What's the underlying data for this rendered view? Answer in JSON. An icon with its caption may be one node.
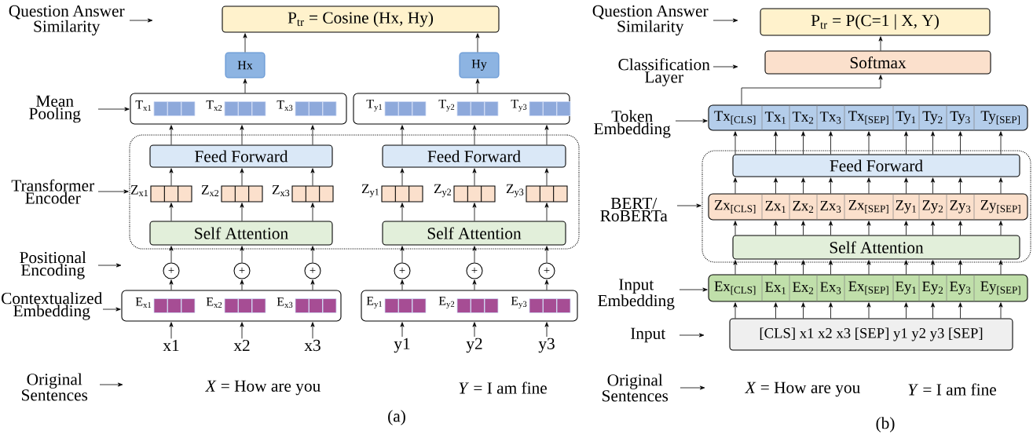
{
  "diagram": {
    "nodes": [
      {
        "text": [
          "Question Answer Similarity"
        ]
      },
      {
        "text": [
          "P$_{tr}$ = Cosine (Hx, Hy)"
        ]
      },
      {
        "text": [
          "Hx"
        ]
      },
      {
        "text": [
          "Hy"
        ]
      },
      {
        "text": [
          "Mean Pooling"
        ]
      },
      {
        "text": [
          "T$_{x1}$",
          "T$_{x2}$",
          "T$_{x3}$"
        ]
      },
      {
        "text": [
          "T$_{y1}$",
          "T$_{y2}$",
          "T$_{y3}$"
        ]
      },
      {
        "text": [
          "Transformer Encoder"
        ]
      },
      {
        "text": [],
        "shape": "box"
      },
      {
        "text": [
          "Feed Forward"
        ],
        "in": 8
      },
      {
        "text": [
          "Feed Forward"
        ],
        "in": 8
      },
      {
        "text": [
          "Z$_{x1}$"
        ],
        "in": 8
      },
      {
        "text": [
          "Z$_{x2}$"
        ],
        "in": 8
      },
      {
        "text": [
          "Z$_{x3}$"
        ],
        "in": 8
      },
      {
        "text": [
          "Z$_{y1}$"
        ],
        "in": 8
      },
      {
        "text": [
          "Z$_{y2}$"
        ],
        "in": 8
      },
      {
        "text": [
          "Z$_{y3}$"
        ],
        "in": 8
      },
      {
        "text": [
          "Self Attention"
        ],
        "in": 8
      },
      {
        "text": [
          "Self Attention"
        ],
        "in": 8
      },
      {
        "text": [
          "Positional Encoding"
        ]
      },
      {
        "text": [
          "+"
        ]
      },
      {
        "text": [
          "+"
        ]
      },
      {
        "text": [
          "+"
        ]
      },
      {
        "text": [
          "+"
        ]
      },
      {
        "text": [
          "+"
        ]
      },
      {
        "text": [
          "+"
        ]
      },
      {
        "text": [
          "Contextualized Embedding"
        ]
      },
      {
        "text": [
          "E$_{x1}$",
          "E$_{x2}$",
          "E$_{x3}$"
        ]
      },
      {
        "text": [
          "E$_{y1}$",
          "E$_{y2}$",
          "E$_{y3}$"
        ]
      },
      {
        "text": [
          "x1"
        ]
      },
      {
        "text": [
          "x2"
        ]
      },
      {
        "text": [
          "x3"
        ]
      },
      {
        "text": [
          "y1"
        ]
      },
      {
        "text": [
          "y2"
        ]
      },
      {
        "text": [
          "y3"
        ]
      },
      {
        "text": [
          "Original Sentences"
        ]
      },
      {
        "text": [
          "Question Answer Similarity"
        ]
      },
      {
        "text": [
          "P$_{tr}$ = P(C=1 | X, Y)"
        ]
      },
      {
        "text": [
          "Classification Layer"
        ]
      },
      {
        "text": [
          "Softmax"
        ]
      },
      {
        "text": [
          "Token Embedding"
        ]
      },
      {
        "text": [
          "Tx$_{[CLS]}$",
          "Tx$_{1}$",
          "Tx$_{2}$",
          "Tx$_{3}$",
          "Tx$_{[SEP]}$",
          "Ty$_{1}$",
          "Ty$_{2}$",
          "Ty$_{3}$",
          "Ty$_{[SEP]}$"
        ]
      },
      {
        "text": [
          "BERT/ RoBERTa"
        ]
      },
      {
        "text": [],
        "shape": "box"
      },
      {
        "text": [
          "Feed Forward"
        ],
        "in": 43
      },
      {
        "text": [
          "Zx$_{[CLS]}$",
          "Zx$_{1}$",
          "Zx$_{2}$",
          "Zx$_{3}$",
          "Zx$_{[SEP]}$",
          "Zy$_{1}$",
          "Zy$_{2}$",
          "Zy$_{3}$",
          "Zy$_{[SEP]}$"
        ],
        "in": 43
      },
      {
        "text": [
          "Self Attention"
        ],
        "in": 43
      },
      {
        "text": [
          "Input Embedding"
        ]
      },
      {
        "text": [
          "Ex$_{[CLS]}$",
          "Ex$_{1}$",
          "Ex$_{2}$",
          "Ex$_{3}$",
          "Ex$_{[SEP]}$",
          "Ey$_{1}$",
          "Ey$_{2}$",
          "Ey$_{3}$",
          "Ey$_{[SEP]}$"
        ]
      },
      {
        "text": [
          "Input"
        ]
      },
      {
        "text": [
          "[CLS] x1 x2 x3 [SEP] y1 y2 y3 [SEP]"
        ]
      },
      {
        "text": [
          "Original Sentences"
        ]
      }
    ],
    "edges": [
      {
        "from": 0,
        "to": null,
        "arrow": "to"
      },
      {
        "from": 2,
        "to": 1,
        "arrow": "to"
      },
      {
        "from": 3,
        "to": 1,
        "arrow": "to"
      },
      {
        "from": 4,
        "to": 5,
        "arrow": "to"
      },
      {
        "from": 5,
        "to": 2,
        "arrow": "to"
      },
      {
        "from": 6,
        "to": 3,
        "arrow": "to"
      },
      {
        "from": 9,
        "to": 5,
        "arrow": "to"
      },
      {
        "from": 9,
        "to": 5,
        "arrow": "to"
      },
      {
        "from": 9,
        "to": 5,
        "arrow": "to"
      },
      {
        "from": 10,
        "to": 6,
        "arrow": "to"
      },
      {
        "from": 10,
        "to": 6,
        "arrow": "to"
      },
      {
        "from": 10,
        "to": 6,
        "arrow": "to"
      },
      {
        "from": 7,
        "to": 8,
        "arrow": "to"
      },
      {
        "from": 11,
        "to": 9,
        "arrow": "to"
      },
      {
        "from": 12,
        "to": 9,
        "arrow": "to"
      },
      {
        "from": 13,
        "to": 9,
        "arrow": "to"
      },
      {
        "from": 14,
        "to": 10,
        "arrow": "to"
      },
      {
        "from": 15,
        "to": 10,
        "arrow": "to"
      },
      {
        "from": 16,
        "to": 10,
        "arrow": "to"
      },
      {
        "from": 17,
        "to": 11,
        "arrow": "to"
      },
      {
        "from": 17,
        "to": 12,
        "arrow": "to"
      },
      {
        "from": 17,
        "to": 13,
        "arrow": "to"
      },
      {
        "from": 18,
        "to": 14,
        "arrow": "to"
      },
      {
        "from": 18,
        "to": 15,
        "arrow": "to"
      },
      {
        "from": 18,
        "to": 16,
        "arrow": "to"
      },
      {
        "from": 19,
        "to": null,
        "arrow": "to"
      },
      {
        "from": 20,
        "to": 17,
        "arrow": "to"
      },
      {
        "from": 21,
        "to": 17,
        "arrow": "to"
      },
      {
        "from": 22,
        "to": 17,
        "arrow": "to"
      },
      {
        "from": 23,
        "to": 18,
        "arrow": "to"
      },
      {
        "from": 24,
        "to": 18,
        "arrow": "to"
      },
      {
        "from": 25,
        "to": 18,
        "arrow": "to"
      },
      {
        "from": 26,
        "to": 27,
        "arrow": "to"
      },
      {
        "from": 27,
        "to": 20,
        "arrow": "to"
      },
      {
        "from": 27,
        "to": 21,
        "arrow": "to"
      },
      {
        "from": 27,
        "to": 22,
        "arrow": "to"
      },
      {
        "from": 28,
        "to": 23,
        "arrow": "to"
      },
      {
        "from": 28,
        "to": 24,
        "arrow": "to"
      },
      {
        "from": 28,
        "to": 25,
        "arrow": "to"
      },
      {
        "from": 29,
        "to": 27,
        "arrow": "to"
      },
      {
        "from": 30,
        "to": 27,
        "arrow": "to"
      },
      {
        "from": 31,
        "to": 27,
        "arrow": "to"
      },
      {
        "from": 32,
        "to": 28,
        "arrow": "to"
      },
      {
        "from": 33,
        "to": 28,
        "arrow": "to"
      },
      {
        "from": 34,
        "to": 28,
        "arrow": "to"
      },
      {
        "from": 35,
        "to": null,
        "arrow": "to"
      },
      {
        "from": 36,
        "to": null,
        "arrow": "to"
      },
      {
        "from": 39,
        "to": 37,
        "arrow": "to"
      },
      {
        "from": 38,
        "to": null,
        "arrow": "to"
      },
      {
        "from": 40,
        "to": 41,
        "arrow": "to"
      },
      {
        "from": 41,
        "to": 39,
        "arrow": "to"
      },
      {
        "from": 44,
        "to": 41,
        "arrow": "to"
      },
      {
        "from": 44,
        "to": 41,
        "arrow": "to"
      },
      {
        "from": 44,
        "to": 41,
        "arrow": "to"
      },
      {
        "from": 44,
        "to": 41,
        "arrow": "to"
      },
      {
        "from": 44,
        "to": 41,
        "arrow": "to"
      },
      {
        "from": 44,
        "to": 41,
        "arrow": "to"
      },
      {
        "from": 44,
        "to": 41,
        "arrow": "to"
      },
      {
        "from": 44,
        "to": 41,
        "arrow": "to"
      },
      {
        "from": 44,
        "to": 41,
        "arrow": "to"
      },
      {
        "from": 42,
        "to": 43,
        "arrow": "to"
      },
      {
        "from": 45,
        "to": 44,
        "arrow": "to"
      },
      {
        "from": 45,
        "to": 44,
        "arrow": "to"
      },
      {
        "from": 45,
        "to": 44,
        "arrow": "to"
      },
      {
        "from": 45,
        "to": 44,
        "arrow": "to"
      },
      {
        "from": 45,
        "to": 44,
        "arrow": "to"
      },
      {
        "from": 45,
        "to": 44,
        "arrow": "to"
      },
      {
        "from": 45,
        "to": 44,
        "arrow": "to"
      },
      {
        "from": 45,
        "to": 44,
        "arrow": "to"
      },
      {
        "from": 45,
        "to": 44,
        "arrow": "to"
      },
      {
        "from": 46,
        "to": 45,
        "arrow": "to"
      },
      {
        "from": 46,
        "to": 45,
        "arrow": "to"
      },
      {
        "from": 46,
        "to": 45,
        "arrow": "to"
      },
      {
        "from": 46,
        "to": 45,
        "arrow": "to"
      },
      {
        "from": 46,
        "to": 45,
        "arrow": "to"
      },
      {
        "from": 46,
        "to": 45,
        "arrow": "to"
      },
      {
        "from": 46,
        "to": 45,
        "arrow": "to"
      },
      {
        "from": 46,
        "to": 45,
        "arrow": "to"
      },
      {
        "from": 46,
        "to": 45,
        "arrow": "to"
      },
      {
        "from": 47,
        "to": 48,
        "arrow": "to"
      },
      {
        "from": 48,
        "to": 46,
        "arrow": "to"
      },
      {
        "from": 48,
        "to": 46,
        "arrow": "to"
      },
      {
        "from": 48,
        "to": 46,
        "arrow": "to"
      },
      {
        "from": 48,
        "to": 46,
        "arrow": "to"
      },
      {
        "from": 48,
        "to": 46,
        "arrow": "to"
      },
      {
        "from": 48,
        "to": 46,
        "arrow": "to"
      },
      {
        "from": 48,
        "to": 46,
        "arrow": "to"
      },
      {
        "from": 48,
        "to": 46,
        "arrow": "to"
      },
      {
        "from": 48,
        "to": 46,
        "arrow": "to"
      },
      {
        "from": 49,
        "to": null,
        "arrow": "to"
      },
      {
        "from": 50,
        "to": 48,
        "arrow": "to"
      },
      {
        "from": 50,
        "to": 48,
        "arrow": "to"
      },
      {
        "from": 50,
        "to": 48,
        "arrow": "to"
      },
      {
        "from": 50,
        "to": 48,
        "arrow": "to"
      },
      {
        "from": 50,
        "to": 48,
        "arrow": "to"
      },
      {
        "from": 50,
        "to": 48,
        "arrow": "to"
      },
      {
        "from": 50,
        "to": 48,
        "arrow": "to"
      },
      {
        "from": 50,
        "to": 48,
        "arrow": "to"
      },
      {
        "from": 50,
        "to": 48,
        "arrow": "to"
      },
      {
        "from": 51,
        "to": null,
        "arrow": "to"
      }
    ],
    "labels": [
      "*X* = How are you",
      "*Y* = I am fine",
      "(a)",
      "*X* = How are you",
      "*Y* = I am fine",
      "(b)"
    ]
  }
}
